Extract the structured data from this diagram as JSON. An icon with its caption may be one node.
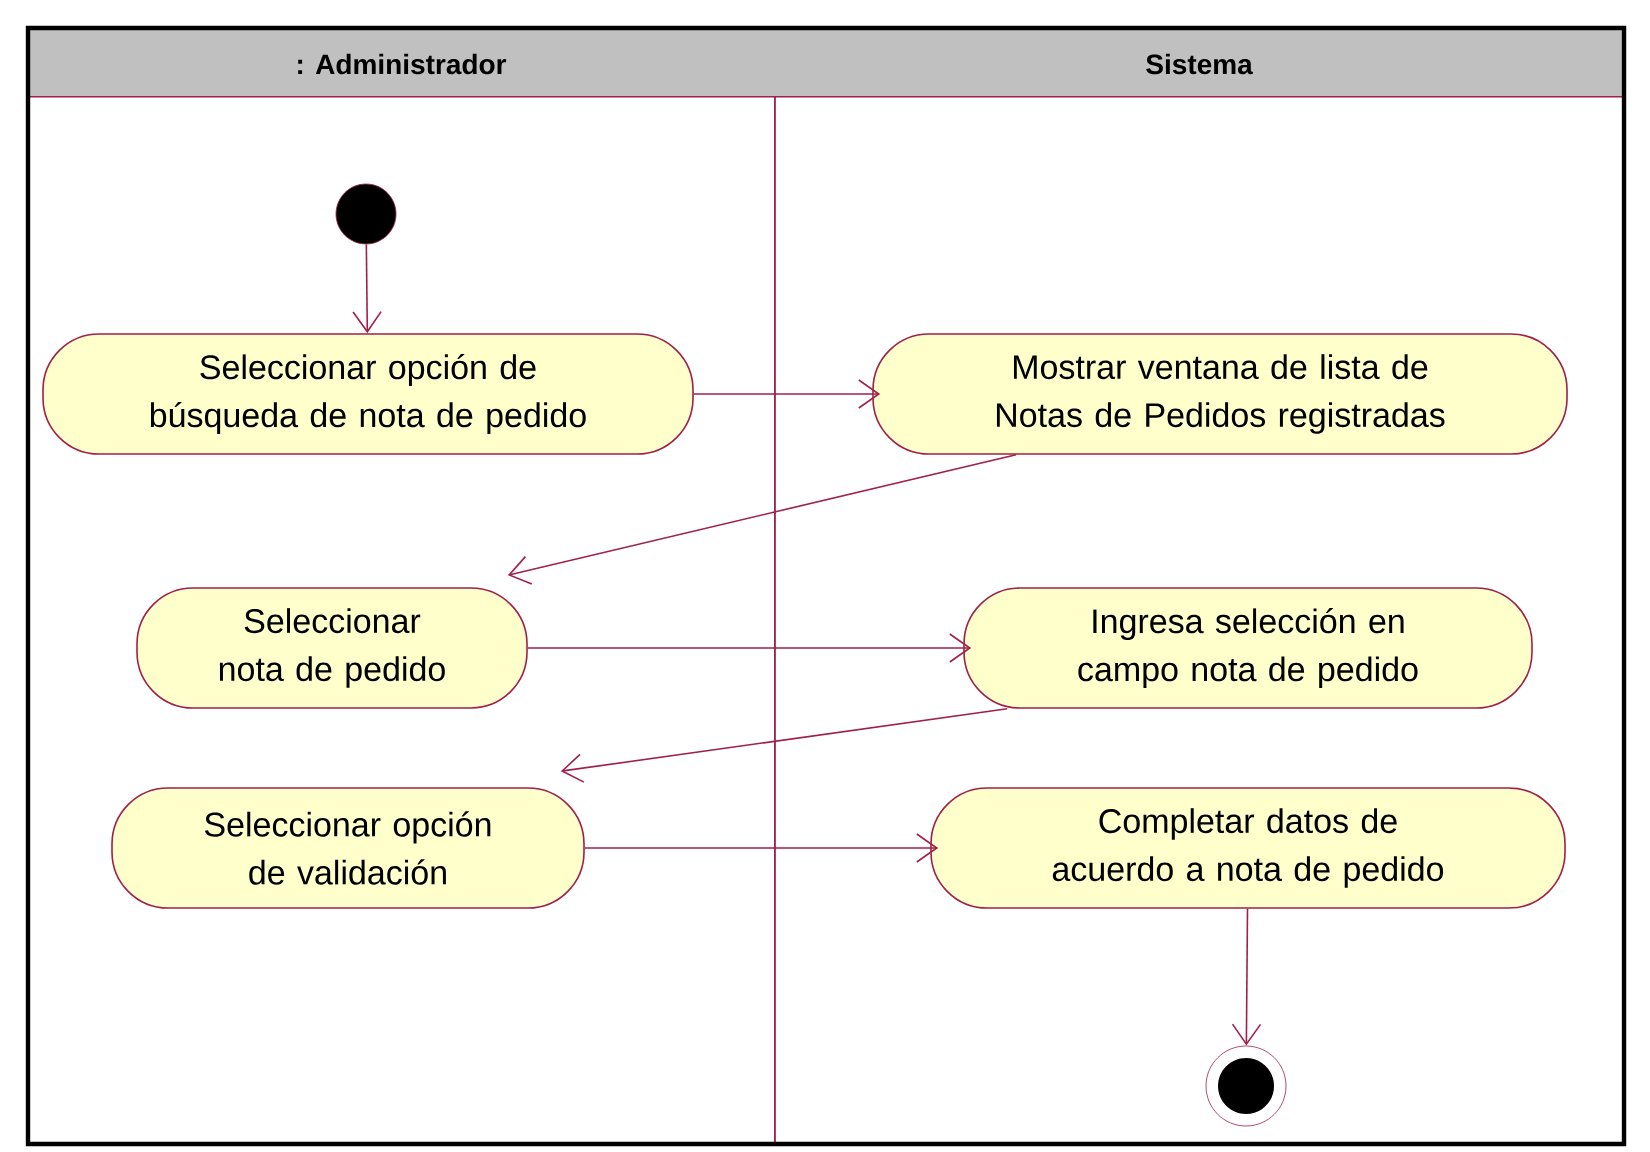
{
  "diagram": {
    "nodes": [
      {
        "text": [
          ": Administrador"
        ]
      },
      {
        "text": [
          "Sistema"
        ]
      },
      {
        "text": [],
        "shape": "circle",
        "in": 0
      },
      {
        "text": [
          "Seleccionar opción de búsqueda de nota de pedido"
        ],
        "in": 0
      },
      {
        "text": [
          "Mostrar ventana de lista de Notas de Pedidos registradas"
        ],
        "in": 1
      },
      {
        "text": [
          "Seleccionar nota de pedido"
        ],
        "in": 0
      },
      {
        "text": [
          "Ingresa selección en campo nota de pedido"
        ],
        "in": 1
      },
      {
        "text": [
          "Seleccionar opción de validación"
        ],
        "in": 0
      },
      {
        "text": [
          "Completar datos de acuerdo a nota de pedido"
        ],
        "in": 1
      },
      {
        "text": [],
        "shape": "bullseye",
        "in": 1
      }
    ],
    "edges": [
      {
        "from": 2,
        "to": 3,
        "arrow": "to"
      },
      {
        "from": 3,
        "to": 4,
        "arrow": "to"
      },
      {
        "from": 4,
        "to": 5,
        "arrow": "to"
      },
      {
        "from": 5,
        "to": 6,
        "arrow": "to"
      },
      {
        "from": 6,
        "to": 7,
        "arrow": "to"
      },
      {
        "from": 7,
        "to": 8,
        "arrow": "to"
      },
      {
        "from": 8,
        "to": 9,
        "arrow": "to"
      }
    ]
  }
}
